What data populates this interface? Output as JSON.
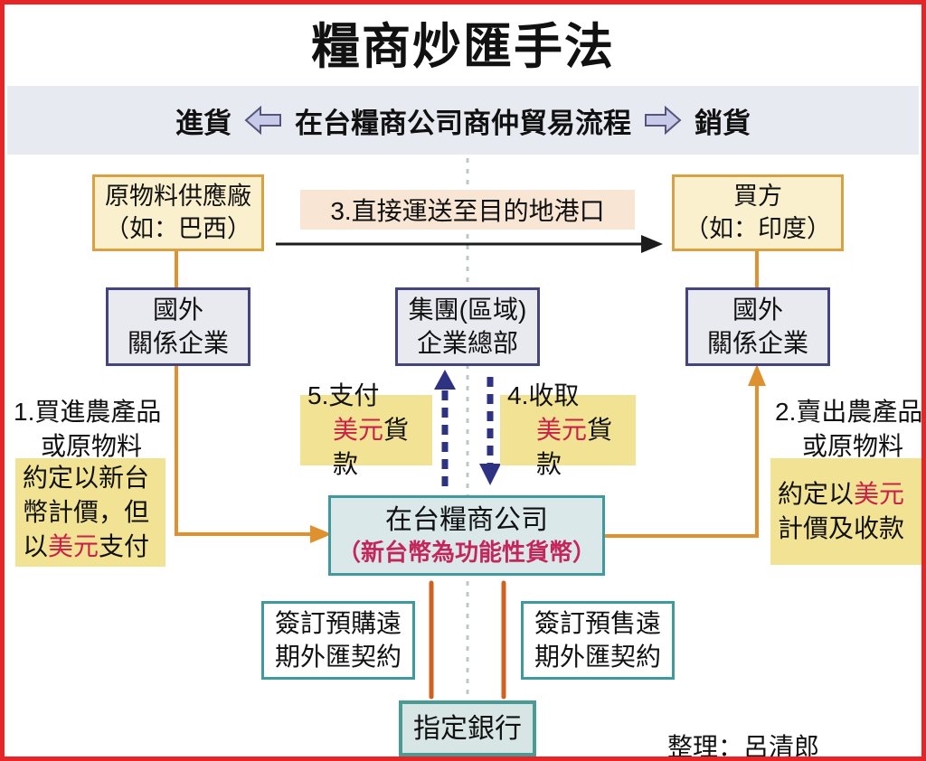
{
  "title": "糧商炒匯手法",
  "header": {
    "left_label": "進貨",
    "center_label": "在台糧商公司商仲貿易流程",
    "right_label": "銷貨"
  },
  "nodes": {
    "supplier": {
      "line1": "原物料供應廠",
      "line2": "（如：巴西）"
    },
    "ship_step": "3.直接運送至目的地港口",
    "buyer": {
      "line1": "買方",
      "line2": "（如：印度）"
    },
    "left_affiliate": {
      "line1": "國外",
      "line2": "關係企業"
    },
    "hq": {
      "line1": "集團(區域)",
      "line2": "企業總部"
    },
    "right_affiliate": {
      "line1": "國外",
      "line2": "關係企業"
    },
    "taiwan_company": {
      "line1": "在台糧商公司",
      "line2": "（新台幣為功能性貨幣）"
    },
    "forward_buy": {
      "line1": "簽訂預購遠",
      "line2": "期外匯契約"
    },
    "forward_sell": {
      "line1": "簽訂預售遠",
      "line2": "期外匯契約"
    },
    "bank": "指定銀行"
  },
  "steps": {
    "step1": {
      "line1": "1.買進農產品",
      "line2": "或原物料"
    },
    "step2": {
      "line1": "2.賣出農產品",
      "line2": "或原物料"
    },
    "step5": {
      "line1": "5.支付",
      "line2_red": "美元",
      "line2_rest": "貨款"
    },
    "step4": {
      "line1": "4.收取",
      "line2_red": "美元",
      "line2_rest": "貨款"
    }
  },
  "notes": {
    "left": {
      "line1": "約定以新台",
      "line2": "幣計價，但",
      "line3_pre": "以",
      "line3_red": "美元",
      "line3_post": "支付"
    },
    "right": {
      "line1_pre": "約定以",
      "line1_red": "美元",
      "line2": "計價及收款"
    }
  },
  "credit": "整理：呂清郎",
  "colors": {
    "frame_border": "#e62626",
    "header_band": "#e8eaf2",
    "header_arrow_fill": "#c7cbe9",
    "cream_box": "#fbf0cd",
    "orange_line": "#e0912f",
    "navy_border": "#45457d",
    "navy_arrow": "#2e3282",
    "teal_border": "#3f9aa0",
    "yellow_note": "#f1e294",
    "peach_band": "#f8e5d3",
    "red_text": "#cb2148",
    "dashed_guide": "#bcc8c6"
  }
}
